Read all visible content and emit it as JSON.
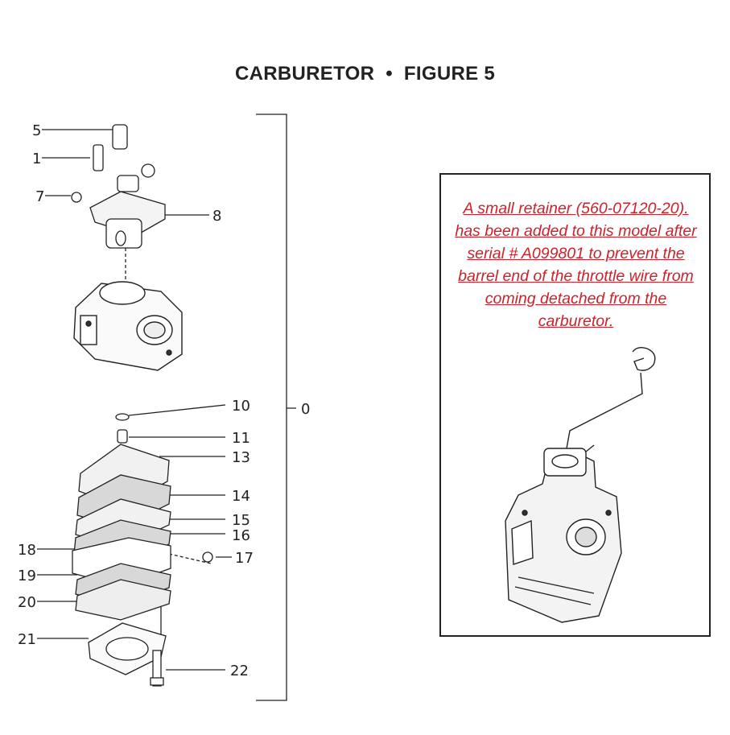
{
  "page": {
    "title_left": "CARBURETOR",
    "title_separator": "•",
    "title_right": "FIGURE 5"
  },
  "callouts": {
    "c5": "5",
    "c1": "1",
    "c7": "7",
    "c8": "8",
    "c10": "10",
    "c11": "11",
    "c13": "13",
    "c14": "14",
    "c15": "15",
    "c16": "16",
    "c17": "17",
    "c18": "18",
    "c19": "19",
    "c20": "20",
    "c21": "21",
    "c22": "22",
    "assembly": "0"
  },
  "note": {
    "text": "A small retainer (560-07120-20). has been added to this model after serial # A099801 to prevent the barrel end of the throttle wire from coming detached from the carburetor.",
    "color": "#d0202a"
  }
}
